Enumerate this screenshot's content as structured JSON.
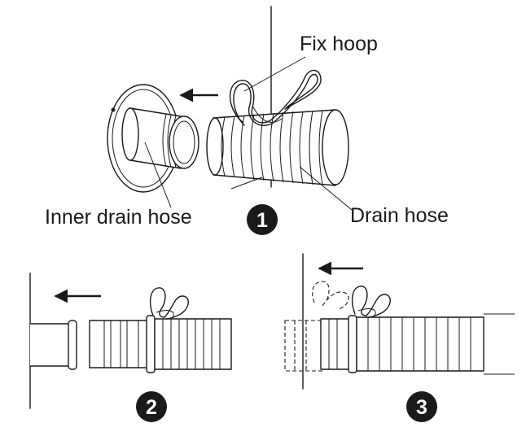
{
  "labels": {
    "fix_hoop": "Fix hoop",
    "inner_drain_hose": "Inner drain hose",
    "drain_hose": "Drain hose"
  },
  "steps": [
    "1",
    "2",
    "3"
  ],
  "colors": {
    "ink": "#1a1a1a",
    "background": "#ffffff"
  },
  "icons": {
    "arrow": "left-arrow-icon",
    "hoop": "fix-hoop-icon"
  }
}
